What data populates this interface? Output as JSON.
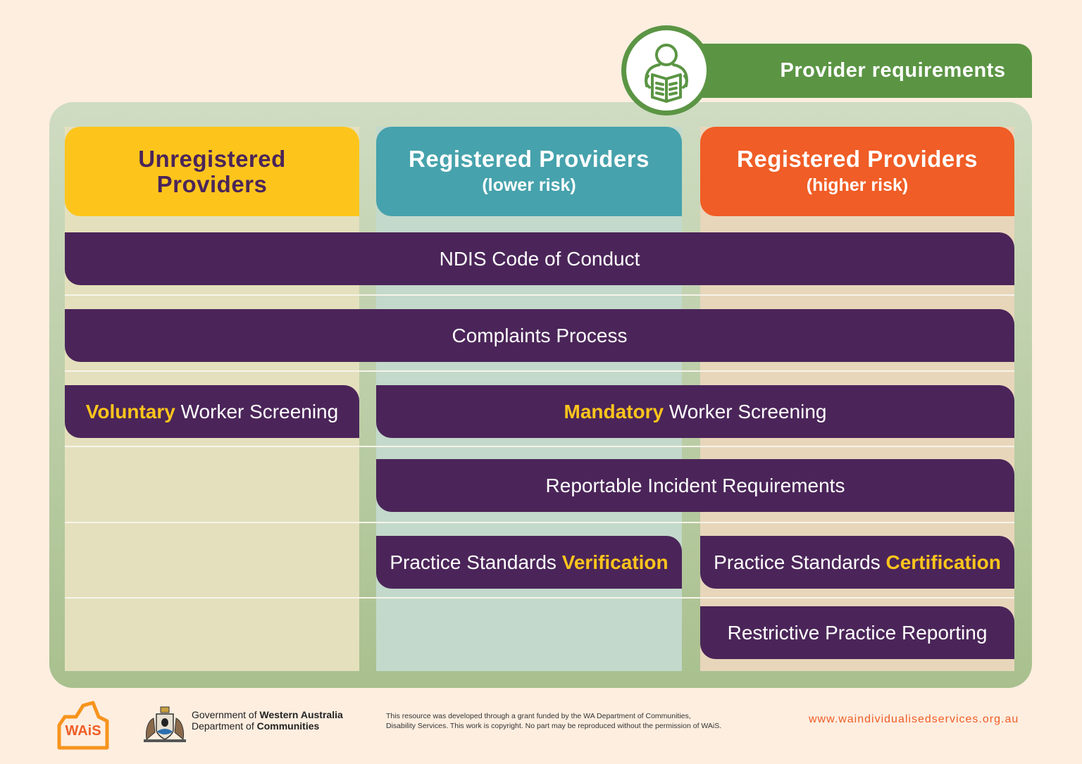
{
  "tab": {
    "title": "Provider requirements",
    "icon": "person-reading-icon"
  },
  "columns": [
    {
      "line1": "Unregistered",
      "line2": "Providers",
      "color": "#fdc51c"
    },
    {
      "line1": "Registered Providers",
      "line2": "(lower risk)",
      "color": "#46a2ac"
    },
    {
      "line1": "Registered Providers",
      "line2": "(higher risk)",
      "color": "#f05d26"
    }
  ],
  "rows": {
    "code_of_conduct": "NDIS Code of Conduct",
    "complaints": "Complaints Process",
    "voluntary_highlight": "Voluntary",
    "voluntary_rest": " Worker Screening",
    "mandatory_highlight": "Mandatory",
    "mandatory_rest": " Worker Screening",
    "reportable": "Reportable Incident Requirements",
    "verification_rest": "Practice Standards ",
    "verification_highlight": "Verification",
    "certification_rest": "Practice Standards ",
    "certification_highlight": "Certification",
    "restrictive": "Restrictive Practice Reporting"
  },
  "footer": {
    "wais_logo": "WAiS",
    "gov_prefix": "Government of ",
    "gov_bold": "Western Australia",
    "dept_prefix": "Department of ",
    "dept_bold": "Communities",
    "disclaimer_1": "This resource was developed through a grant funded by the WA Department of Communities,",
    "disclaimer_2": "Disability Services. This work is copyright. No part may be reproduced without the permission of WAiS.",
    "url": "www.waindividualisedservices.org.au"
  },
  "colors": {
    "purple": "#4b2559",
    "highlight": "#fdc51c",
    "green": "#5b9544"
  }
}
